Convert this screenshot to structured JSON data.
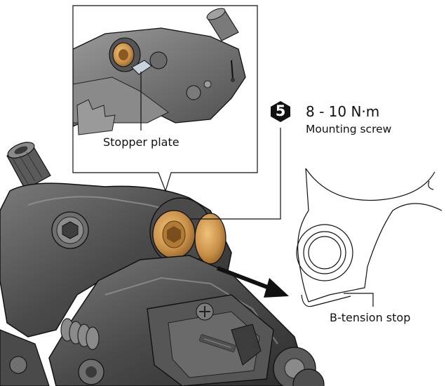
{
  "callouts": {
    "stopper_plate": "Stopper plate",
    "torque_value": "8 - 10 N·m",
    "torque_description": "Mounting screw",
    "b_tension_stop": "B-tension stop"
  },
  "step": {
    "number": "5"
  },
  "colors": {
    "metal_dark": "#3c3c3c",
    "metal_mid": "#5e5e5e",
    "metal_light": "#8a8a8a",
    "bushing_bronze": "#c9914a",
    "outline": "#111111",
    "badge": "#111111"
  },
  "icons": {
    "step_badge": "hexagon-badge-icon",
    "direction_arrow": "arrow-right-icon"
  }
}
